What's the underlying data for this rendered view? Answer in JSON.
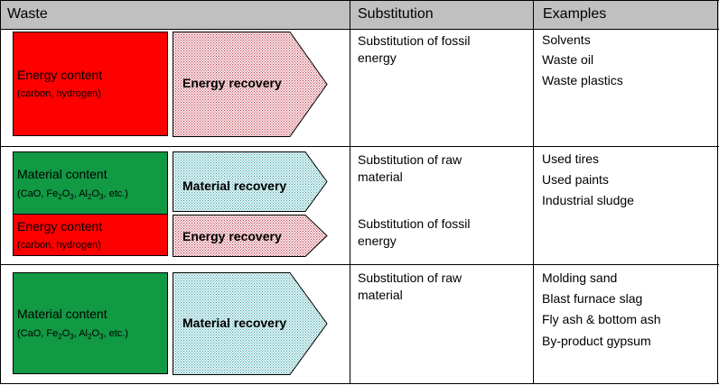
{
  "headers": {
    "waste": "Waste",
    "substitution": "Substitution",
    "examples": "Examples"
  },
  "colors": {
    "energy": "#ff0000",
    "material": "#119944",
    "energy_arrow": "#f3d7dc",
    "material_arrow": "#d6f0f0",
    "header": "#c0c0c0"
  },
  "rows": [
    {
      "energy_box": {
        "title": "Energy content",
        "sub": "(carbon, hydrogen)"
      },
      "arrow": "Energy recovery",
      "substitution": [
        "Substitution of fossil",
        "energy"
      ],
      "examples": [
        "Solvents",
        "Waste oil",
        "Waste plastics"
      ]
    },
    {
      "material_box": {
        "title": "Material content",
        "sub_a": "(CaO, Fe",
        "sub_b": "O",
        "sub_c": ", Al",
        "sub_d": "O",
        "sub_e": ", etc.)",
        "n1": "2",
        "n2": "3",
        "n3": "2",
        "n4": "3"
      },
      "energy_box": {
        "title": "Energy content",
        "sub": "(carbon, hydrogen)"
      },
      "arrow_material": "Material recovery",
      "arrow_energy": "Energy recovery",
      "substitution_a": [
        "Substitution of raw",
        "material"
      ],
      "substitution_b": [
        "Substitution of fossil",
        "energy"
      ],
      "examples": [
        "Used tires",
        "Used paints",
        "Industrial sludge"
      ]
    },
    {
      "material_box": {
        "title": "Material content",
        "sub_a": "(CaO, Fe",
        "sub_b": "O",
        "sub_c": ", Al",
        "sub_d": "O",
        "sub_e": ", etc.)",
        "n1": "2",
        "n2": "3",
        "n3": "2",
        "n4": "3"
      },
      "arrow": "Material recovery",
      "substitution": [
        "Substitution of raw",
        "material"
      ],
      "examples": [
        "Molding sand",
        "Blast furnace slag",
        "Fly ash & bottom ash",
        "By-product gypsum"
      ]
    }
  ]
}
